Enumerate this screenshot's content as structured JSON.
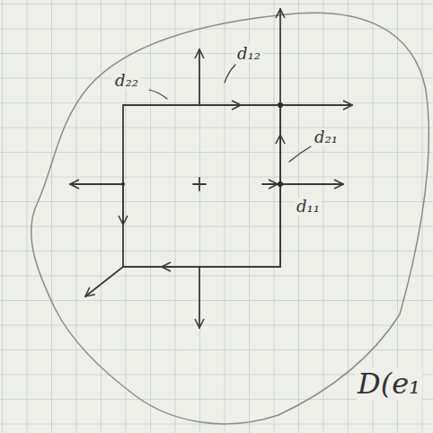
{
  "diagram": {
    "labels": [
      "d₂₂",
      "d₁₂",
      "d₂₁",
      "d₁₁",
      "D(e₁"
    ]
  }
}
